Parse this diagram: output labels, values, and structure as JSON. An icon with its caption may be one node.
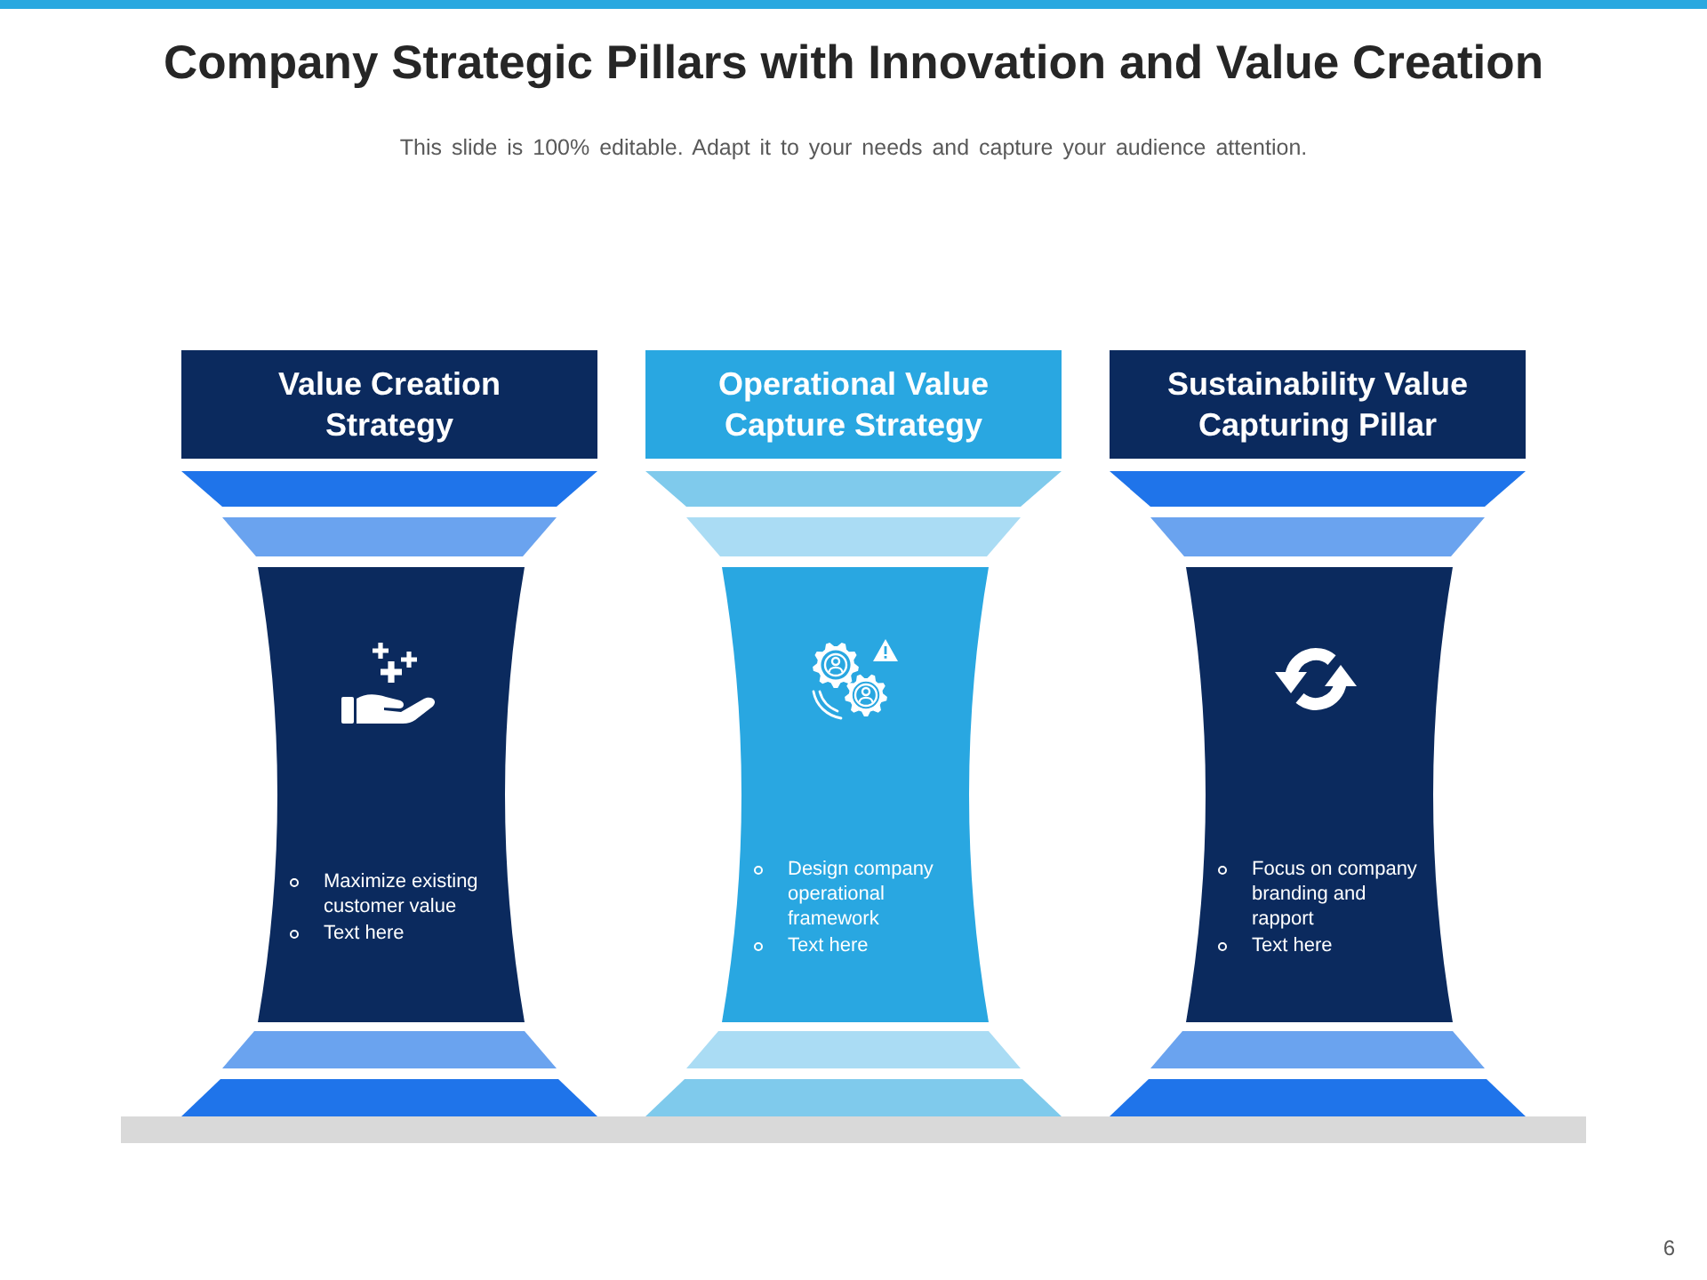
{
  "diagram": {
    "title": "Company Strategic Pillars with Innovation and Value Creation",
    "nodes": [
      {
        "text": [
          "Value Creation Strategy"
        ]
      },
      {
        "text": [
          "Maximize existing customer value",
          "Text here"
        ]
      },
      {
        "text": [
          "Operational Value Capture Strategy"
        ]
      },
      {
        "text": [
          "Design company operational framework",
          "Text here"
        ]
      },
      {
        "text": [
          "Sustainability Value Capturing Pillar"
        ]
      },
      {
        "text": [
          "Focus on company branding and rapport",
          "Text here"
        ]
      }
    ],
    "labels": [
      "This slide is 100% editable. Adapt it to your needs and capture your audience attention.",
      "6"
    ]
  }
}
